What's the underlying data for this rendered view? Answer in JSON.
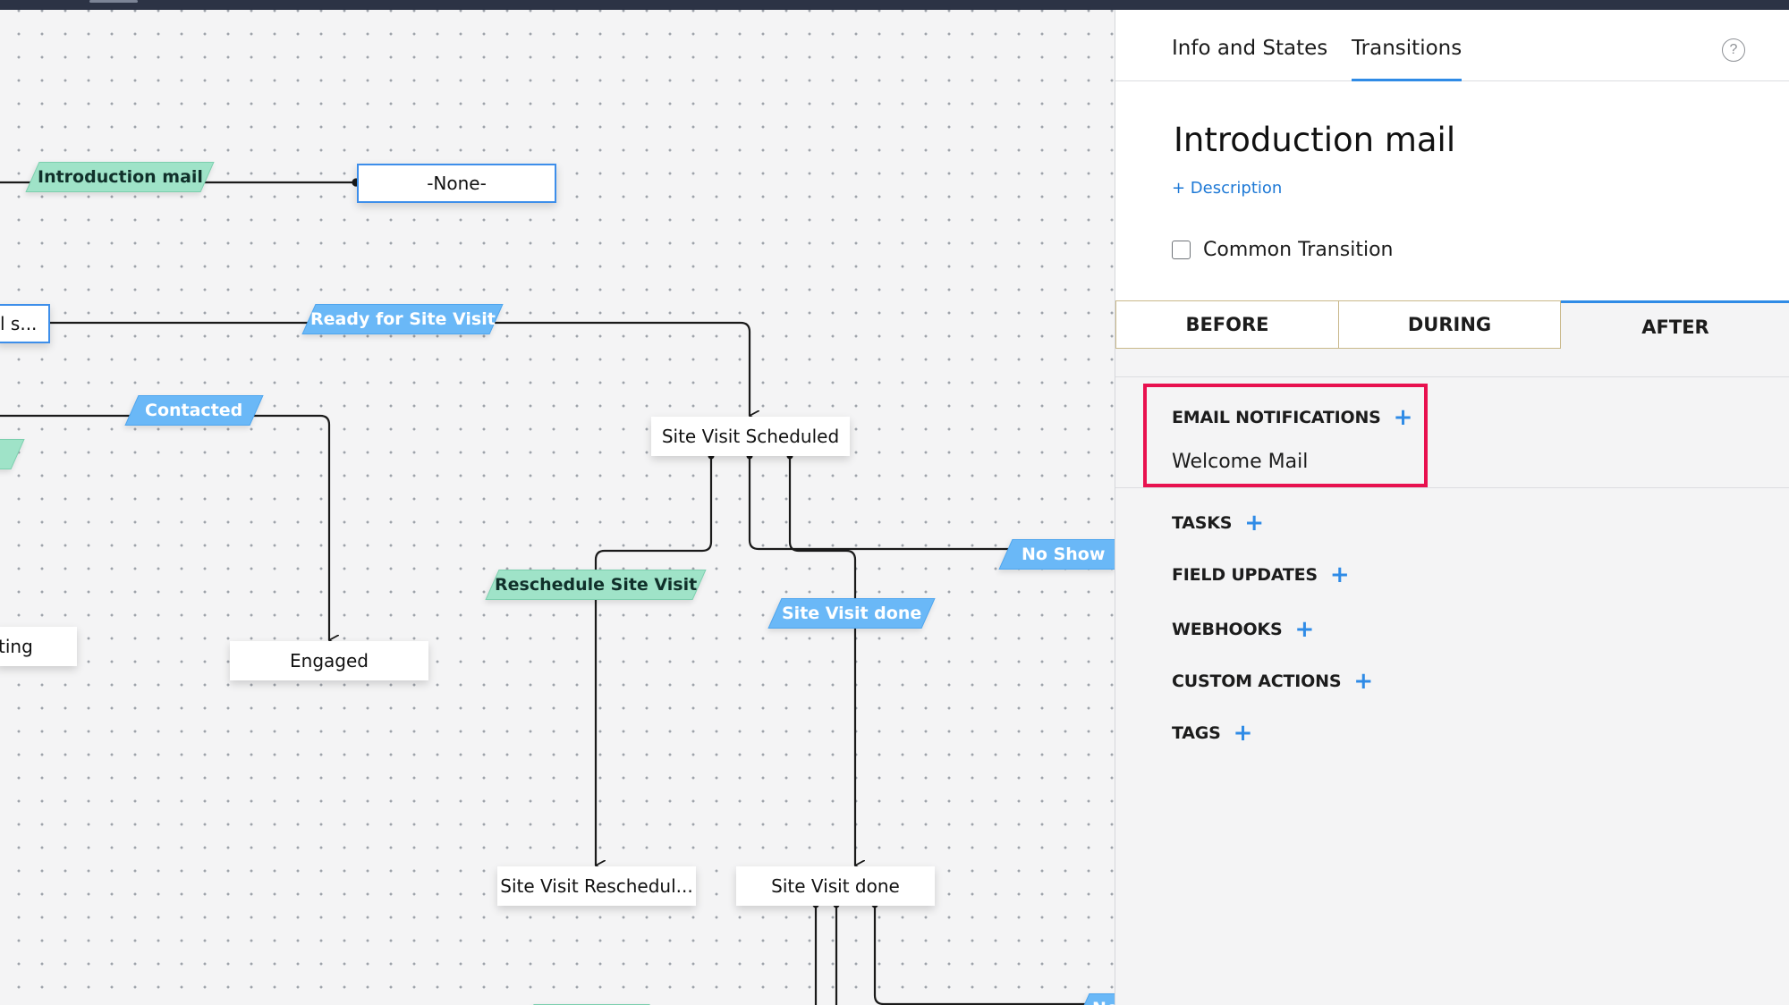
{
  "canvas": {
    "nodes": {
      "none": "-None-",
      "left_truncated": "l s...",
      "site_visit_scheduled": "Site Visit Scheduled",
      "engaged": "Engaged",
      "left_ing": "ting",
      "site_visit_rescheduled": "Site Visit Reschedul...",
      "site_visit_done": "Site Visit done"
    },
    "transitions": {
      "introduction_mail": "Introduction mail",
      "ready_for_site_visit": "Ready for Site Visit",
      "contacted": "Contacted",
      "reschedule_site_visit": "Reschedule Site Visit",
      "site_visit_done": "Site Visit done",
      "no_show": "No Show",
      "no_show_clipped": "No"
    }
  },
  "panel": {
    "tabs": [
      "Info and States",
      "Transitions"
    ],
    "active_tab": "Transitions",
    "help_icon": "?",
    "title": "Introduction mail",
    "description_link": "+ Description",
    "common_transition_label": "Common Transition",
    "common_transition_checked": false,
    "stage_tabs": [
      "BEFORE",
      "DURING",
      "AFTER"
    ],
    "active_stage": "AFTER",
    "sections": {
      "email_notifications": "EMAIL NOTIFICATIONS",
      "email_item": "Welcome Mail",
      "tasks": "TASKS",
      "field_updates": "FIELD UPDATES",
      "webhooks": "WEBHOOKS",
      "custom_actions": "CUSTOM ACTIONS",
      "tags": "TAGS"
    },
    "add_icon": "+"
  },
  "colors": {
    "accent": "#2f8be6",
    "highlight": "#e8114f",
    "label_green": "#9fe3c8",
    "label_blue": "#6ab8f7"
  }
}
